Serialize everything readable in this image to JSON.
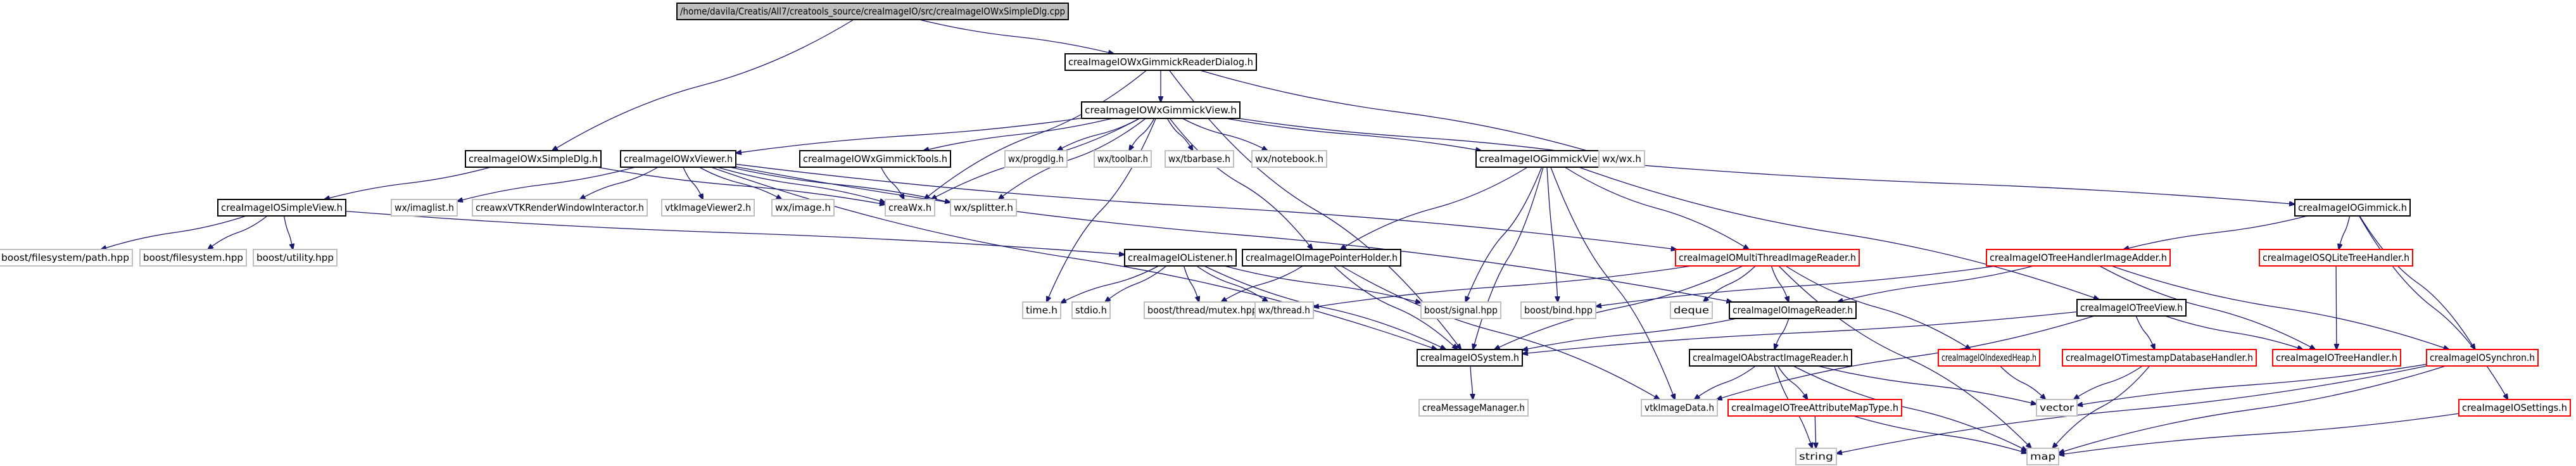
{
  "colors": {
    "edge": "#191970",
    "root_fill": "#bfbfbf",
    "local_border": "#000000",
    "missing_border": "#bfbfbf",
    "truncated_border": "#ff0000",
    "background": "#ffffff"
  },
  "nodes": [
    {
      "id": "root",
      "label": "/home/davila/Creatis/All7/creatools_source/creaImageIO/src/creaImageIOWxSimpleDlg.cpp",
      "kind": "root"
    },
    {
      "id": "gmkdlg",
      "label": "creaImageIOWxGimmickReaderDialog.h",
      "kind": "local"
    },
    {
      "id": "wxsdlg",
      "label": "creaImageIOWxSimpleDlg.h",
      "kind": "local"
    },
    {
      "id": "wxgv",
      "label": "creaImageIOWxGimmickView.h",
      "kind": "local"
    },
    {
      "id": "wxviewer",
      "label": "creaImageIOWxViewer.h",
      "kind": "local"
    },
    {
      "id": "wxtools",
      "label": "creaImageIOWxGimmickTools.h",
      "kind": "local"
    },
    {
      "id": "progdlg",
      "label": "wx/progdlg.h",
      "kind": "missing"
    },
    {
      "id": "toolbar",
      "label": "wx/toolbar.h",
      "kind": "missing"
    },
    {
      "id": "tbar",
      "label": "wx/tbarbase.h",
      "kind": "missing"
    },
    {
      "id": "notebook",
      "label": "wx/notebook.h",
      "kind": "missing"
    },
    {
      "id": "gimview",
      "label": "creaImageIOGimmickView.h",
      "kind": "local"
    },
    {
      "id": "wxwx",
      "label": "wx/wx.h",
      "kind": "missing"
    },
    {
      "id": "simpleview",
      "label": "creaImageIOSimpleView.h",
      "kind": "local"
    },
    {
      "id": "imaglist",
      "label": "wx/imaglist.h",
      "kind": "missing"
    },
    {
      "id": "vtkrwi",
      "label": "creawxVTKRenderWindowInteractor.h",
      "kind": "missing"
    },
    {
      "id": "vtkiv2",
      "label": "vtkImageViewer2.h",
      "kind": "missing"
    },
    {
      "id": "wximage",
      "label": "wx/image.h",
      "kind": "missing"
    },
    {
      "id": "creawx",
      "label": "creaWx.h",
      "kind": "missing"
    },
    {
      "id": "splitter",
      "label": "wx/splitter.h",
      "kind": "missing"
    },
    {
      "id": "gimmick",
      "label": "creaImageIOGimmick.h",
      "kind": "local"
    },
    {
      "id": "bpath",
      "label": "boost/filesystem/path.hpp",
      "kind": "missing"
    },
    {
      "id": "bfs",
      "label": "boost/filesystem.hpp",
      "kind": "missing"
    },
    {
      "id": "butil",
      "label": "boost/utility.hpp",
      "kind": "missing"
    },
    {
      "id": "listener",
      "label": "creaImageIOListener.h",
      "kind": "local"
    },
    {
      "id": "ptrholder",
      "label": "creaImageIOImagePointerHolder.h",
      "kind": "local"
    },
    {
      "id": "mtreader",
      "label": "creaImageIOMultiThreadImageReader.h",
      "kind": "trunc"
    },
    {
      "id": "thadder",
      "label": "creaImageIOTreeHandlerImageAdder.h",
      "kind": "trunc"
    },
    {
      "id": "sqlite",
      "label": "creaImageIOSQLiteTreeHandler.h",
      "kind": "trunc"
    },
    {
      "id": "timeh",
      "label": "time.h",
      "kind": "missing"
    },
    {
      "id": "stdio",
      "label": "stdio.h",
      "kind": "missing"
    },
    {
      "id": "mutex",
      "label": "boost/thread/mutex.hpp",
      "kind": "missing"
    },
    {
      "id": "wxthread",
      "label": "wx/thread.h",
      "kind": "missing"
    },
    {
      "id": "signal",
      "label": "boost/signal.hpp",
      "kind": "missing"
    },
    {
      "id": "bind",
      "label": "boost/bind.hpp",
      "kind": "missing"
    },
    {
      "id": "deque",
      "label": "deque",
      "kind": "missing"
    },
    {
      "id": "imgreader",
      "label": "creaImageIOImageReader.h",
      "kind": "local"
    },
    {
      "id": "treeview",
      "label": "creaImageIOTreeView.h",
      "kind": "local"
    },
    {
      "id": "system",
      "label": "creaImageIOSystem.h",
      "kind": "local"
    },
    {
      "id": "absreader",
      "label": "creaImageIOAbstractImageReader.h",
      "kind": "local"
    },
    {
      "id": "indexedheap",
      "label": "creaImageIOIndexedHeap.h",
      "kind": "trunc"
    },
    {
      "id": "tsdb",
      "label": "creaImageIOTimestampDatabaseHandler.h",
      "kind": "trunc"
    },
    {
      "id": "treehandler",
      "label": "creaImageIOTreeHandler.h",
      "kind": "trunc"
    },
    {
      "id": "synchron",
      "label": "creaImageIOSynchron.h",
      "kind": "trunc"
    },
    {
      "id": "msgmgr",
      "label": "creaMessageManager.h",
      "kind": "missing"
    },
    {
      "id": "vtkimgdata",
      "label": "vtkImageData.h",
      "kind": "missing"
    },
    {
      "id": "tamt",
      "label": "creaImageIOTreeAttributeMapType.h",
      "kind": "trunc"
    },
    {
      "id": "vector",
      "label": "vector",
      "kind": "missing"
    },
    {
      "id": "settings",
      "label": "creaImageIOSettings.h",
      "kind": "trunc"
    },
    {
      "id": "string",
      "label": "string",
      "kind": "missing"
    },
    {
      "id": "map",
      "label": "map",
      "kind": "missing"
    }
  ],
  "edges": [
    [
      "root",
      "gmkdlg"
    ],
    [
      "root",
      "wxsdlg"
    ],
    [
      "gmkdlg",
      "wxgv"
    ],
    [
      "gmkdlg",
      "creawx"
    ],
    [
      "gmkdlg",
      "wxwx"
    ],
    [
      "gmkdlg",
      "system"
    ],
    [
      "wxsdlg",
      "simpleview"
    ],
    [
      "wxsdlg",
      "creawx"
    ],
    [
      "wxgv",
      "wxviewer"
    ],
    [
      "wxgv",
      "wxtools"
    ],
    [
      "wxgv",
      "progdlg"
    ],
    [
      "wxgv",
      "toolbar"
    ],
    [
      "wxgv",
      "tbar"
    ],
    [
      "wxgv",
      "notebook"
    ],
    [
      "wxgv",
      "gimview"
    ],
    [
      "wxgv",
      "wxwx"
    ],
    [
      "wxgv",
      "creawx"
    ],
    [
      "wxgv",
      "splitter"
    ],
    [
      "wxgv",
      "ptrholder"
    ],
    [
      "wxgv",
      "timeh"
    ],
    [
      "wxviewer",
      "imaglist"
    ],
    [
      "wxviewer",
      "vtkrwi"
    ],
    [
      "wxviewer",
      "vtkiv2"
    ],
    [
      "wxviewer",
      "wximage"
    ],
    [
      "wxviewer",
      "creawx"
    ],
    [
      "wxviewer",
      "splitter"
    ],
    [
      "wxviewer",
      "imgreader"
    ],
    [
      "wxviewer",
      "mtreader"
    ],
    [
      "wxviewer",
      "system"
    ],
    [
      "wxtools",
      "creawx"
    ],
    [
      "gimview",
      "gimmick"
    ],
    [
      "gimview",
      "mtreader"
    ],
    [
      "gimview",
      "ptrholder"
    ],
    [
      "gimview",
      "treeview"
    ],
    [
      "gimview",
      "signal"
    ],
    [
      "gimview",
      "bind"
    ],
    [
      "gimview",
      "system"
    ],
    [
      "gimview",
      "vtkimgdata"
    ],
    [
      "simpleview",
      "bpath"
    ],
    [
      "simpleview",
      "bfs"
    ],
    [
      "simpleview",
      "butil"
    ],
    [
      "simpleview",
      "listener"
    ],
    [
      "gimmick",
      "sqlite"
    ],
    [
      "gimmick",
      "thadder"
    ],
    [
      "gimmick",
      "synchron"
    ],
    [
      "gimmick",
      "settings"
    ],
    [
      "listener",
      "timeh"
    ],
    [
      "listener",
      "stdio"
    ],
    [
      "listener",
      "mutex"
    ],
    [
      "listener",
      "wxthread"
    ],
    [
      "listener",
      "system"
    ],
    [
      "listener",
      "signal"
    ],
    [
      "ptrholder",
      "mutex"
    ],
    [
      "ptrholder",
      "system"
    ],
    [
      "ptrholder",
      "vtkimgdata"
    ],
    [
      "mtreader",
      "imgreader"
    ],
    [
      "mtreader",
      "indexedheap"
    ],
    [
      "mtreader",
      "deque"
    ],
    [
      "mtreader",
      "wxthread"
    ],
    [
      "mtreader",
      "system"
    ],
    [
      "mtreader",
      "map"
    ],
    [
      "thadder",
      "treehandler"
    ],
    [
      "thadder",
      "synchron"
    ],
    [
      "thadder",
      "bind"
    ],
    [
      "thadder",
      "imgreader"
    ],
    [
      "sqlite",
      "treehandler"
    ],
    [
      "treeview",
      "tsdb"
    ],
    [
      "treeview",
      "treehandler"
    ],
    [
      "treeview",
      "system"
    ],
    [
      "treeview",
      "vtkimgdata"
    ],
    [
      "imgreader",
      "absreader"
    ],
    [
      "imgreader",
      "system"
    ],
    [
      "system",
      "msgmgr"
    ],
    [
      "absreader",
      "tamt"
    ],
    [
      "absreader",
      "vtkimgdata"
    ],
    [
      "absreader",
      "vector"
    ],
    [
      "absreader",
      "map"
    ],
    [
      "absreader",
      "string"
    ],
    [
      "indexedheap",
      "vector"
    ],
    [
      "tsdb",
      "vector"
    ],
    [
      "tsdb",
      "map"
    ],
    [
      "synchron",
      "vector"
    ],
    [
      "synchron",
      "map"
    ],
    [
      "synchron",
      "string"
    ],
    [
      "tamt",
      "map"
    ],
    [
      "tamt",
      "string"
    ],
    [
      "settings",
      "map"
    ]
  ]
}
